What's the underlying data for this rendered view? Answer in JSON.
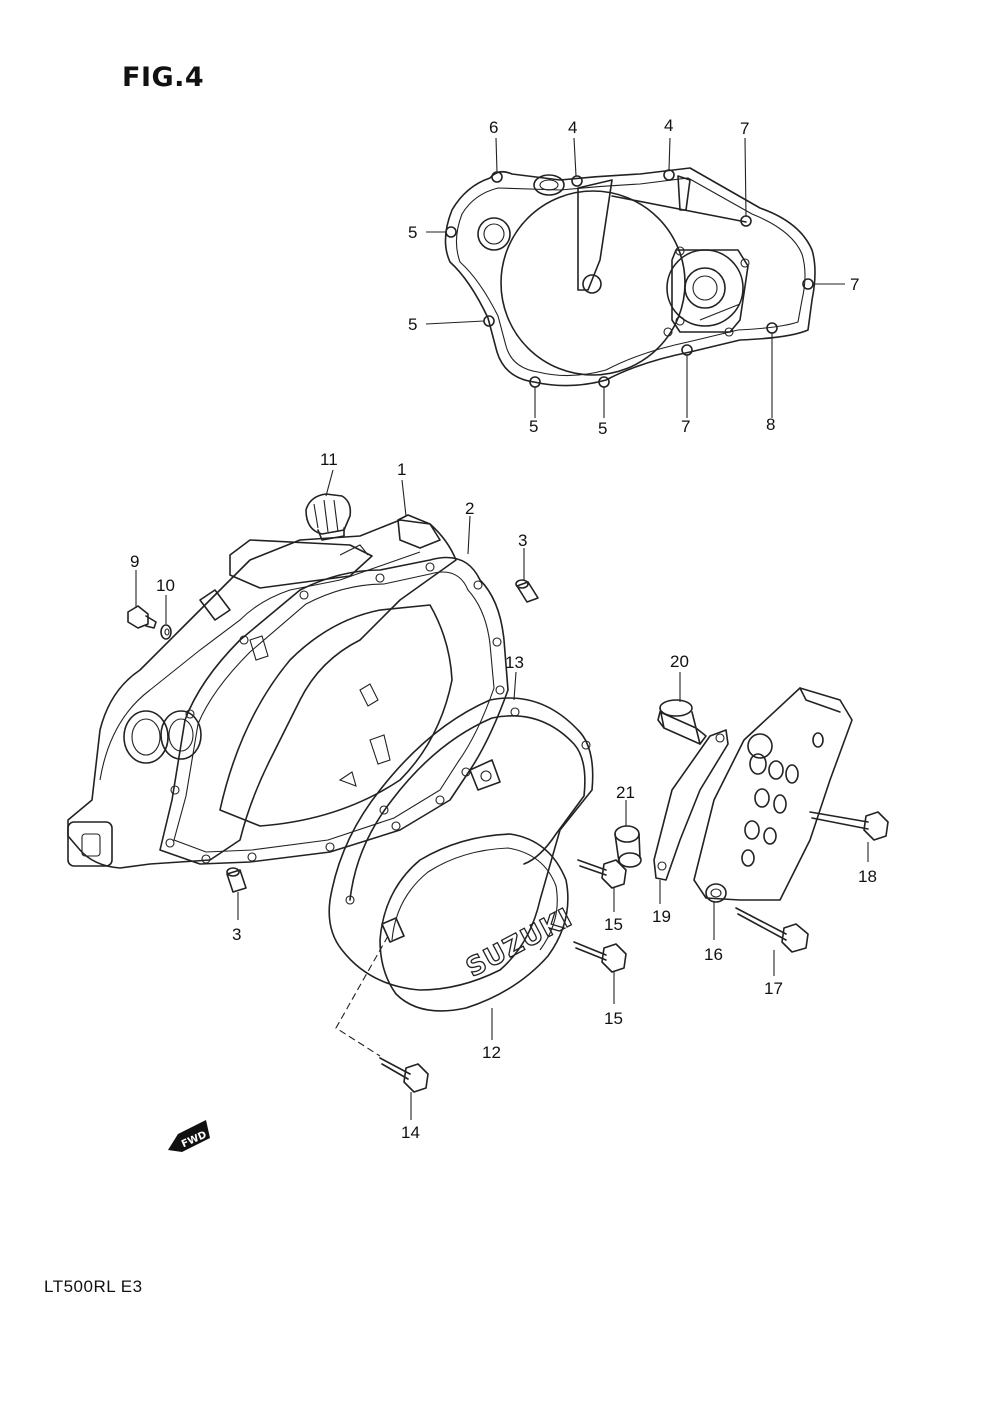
{
  "figure": {
    "title": "FIG.4",
    "model_code": "LT500RL  E3"
  },
  "logo_text": "SUZUKI",
  "fwd_label": "FWD",
  "callouts": {
    "c6": "6",
    "c4a": "4",
    "c4b": "4",
    "c7a": "7",
    "c7b": "7",
    "c7c": "7",
    "c5a": "5",
    "c5b": "5",
    "c5c": "5",
    "c5d": "5",
    "c8": "8",
    "c11": "11",
    "c1": "1",
    "c2": "2",
    "c3a": "3",
    "c3b": "3",
    "c9": "9",
    "c10": "10",
    "c13": "13",
    "c20": "20",
    "c21": "21",
    "c18": "18",
    "c15a": "15",
    "c15b": "15",
    "c19": "19",
    "c16": "16",
    "c17": "17",
    "c12": "12",
    "c14": "14"
  },
  "colors": {
    "line": "#222222",
    "paper": "#ffffff"
  }
}
